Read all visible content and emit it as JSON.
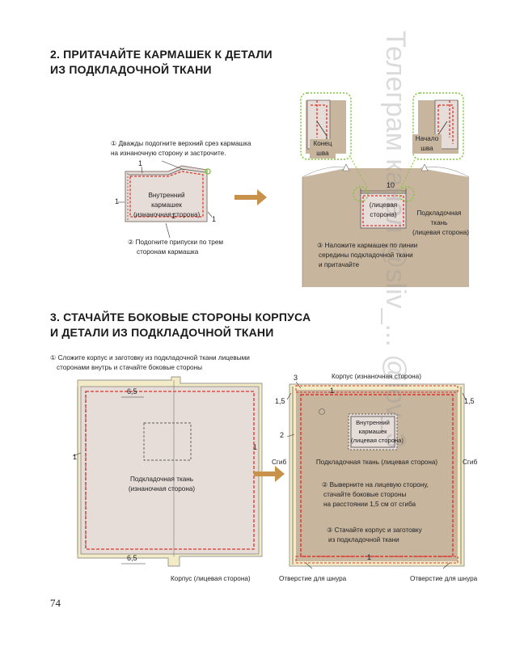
{
  "section2": {
    "title_line1": "2. ПРИТАЧАЙТЕ КАРМАШЕК К ДЕТАЛИ",
    "title_line2": "ИЗ ПОДКЛАДОЧНОЙ ТКАНИ",
    "step1_line1": "① Дважды подогните верхний срез кармашка",
    "step1_line2": "на изнаночную сторону и застрочите.",
    "inner_pocket_l1": "Внутренний",
    "inner_pocket_l2": "кармашек",
    "inner_pocket_l3": "(изнаночная сторона)",
    "step2_line1": "② Подогните припуски по трем",
    "step2_line2": "сторонам кармашка",
    "end_l1": "Конец",
    "end_l2": "шва",
    "start_l1": "Начало",
    "start_l2": "шва",
    "n10": "10",
    "front_l1": "(лицевая",
    "front_l2": "сторона)",
    "lining_l1": "Подкладочная",
    "lining_l2": "ткань",
    "lining_l3": "(лицевая сторона)",
    "step3_line1": "③ Наложите кармашек по линии",
    "step3_line2": "середины подкладочной ткани",
    "step3_line3": "и притачайте",
    "n1": "1"
  },
  "section3": {
    "title_line1": "3. СТАЧАЙТЕ БОКОВЫЕ СТОРОНЫ КОРПУСА",
    "title_line2": "И ДЕТАЛИ ИЗ ПОДКЛАДОЧНОЙ ТКАНИ",
    "step1_line1": "① Сложите корпус и заготовку из подкладочной ткани лицевыми",
    "step1_line2": "сторонами внутрь и стачайте боковые стороны",
    "n65": "6,5",
    "n1": "1",
    "n2": "2",
    "n3": "3",
    "n15": "1,5",
    "lining_wrong_l1": "Подкладочная ткань",
    "lining_wrong_l2": "(изнаночная сторона)",
    "body_front": "Корпус (лицевая сторона)",
    "body_wrong": "Корпус (изнаночная сторона)",
    "fold": "Сгиб",
    "pocket_l1": "Внутренний",
    "pocket_l2": "кармашек",
    "pocket_l3": "(лицевая сторона)",
    "lining_front": "Подкладочная ткань (лицевая сторона)",
    "step2_line1": "② Выверните на лицевую сторону,",
    "step2_line2": "стачайте боковые стороны",
    "step2_line3": "на расстоянии 1,5 см от сгиба",
    "step3_line1": "③ Стачайте корпус и заготовку",
    "step3_line2": "из подкладочной ткани",
    "cord_hole": "Отверстие для шнура"
  },
  "page_number": "74",
  "watermark": "Телеграм канал @sliv_... @lov_3",
  "colors": {
    "seam_red": "#e0342b",
    "highlight_green": "#7ec63e",
    "arrow": "#c9924a",
    "lining_wrong": "#e6dcd8",
    "lining_front": "#c8b59e",
    "body_wrong": "#f3ebc5"
  }
}
